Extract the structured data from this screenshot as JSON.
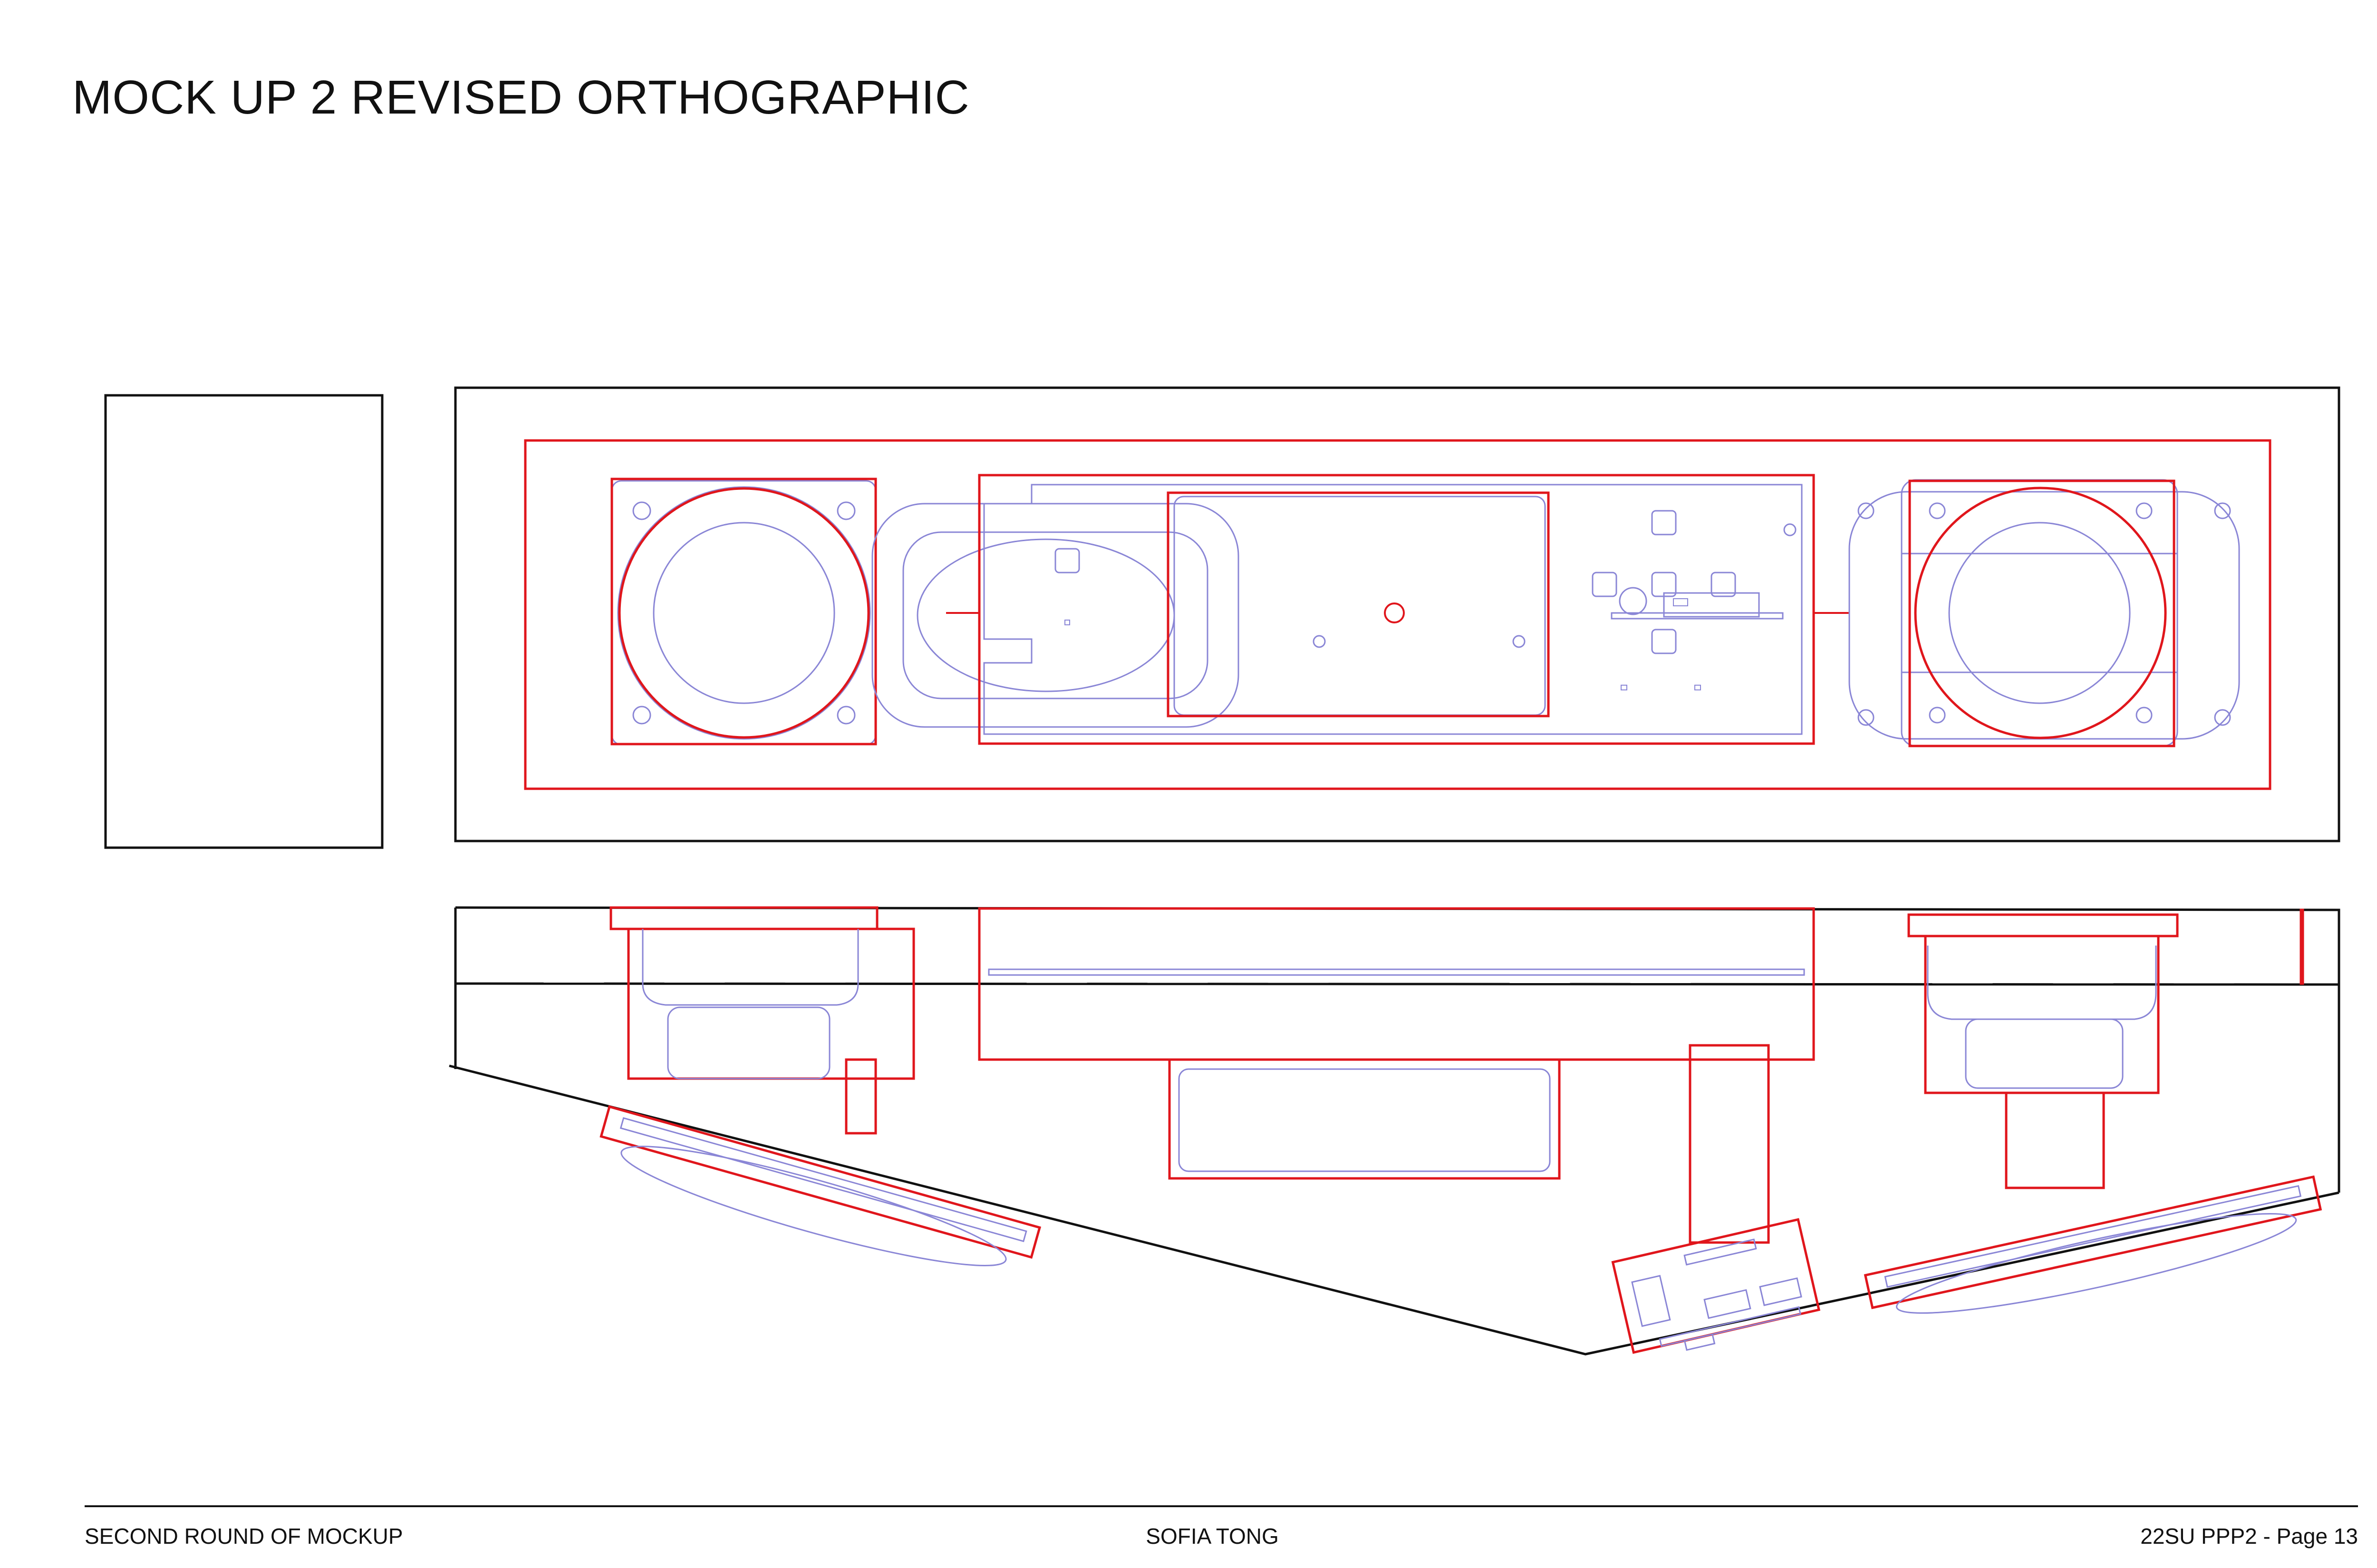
{
  "page": {
    "title": "MOCK UP 2 REVISED ORTHOGRAPHIC"
  },
  "footer": {
    "left": "SECOND ROUND OF MOCKUP",
    "center": "SOFIA TONG",
    "right": "22SU PPP2 - Page 13"
  },
  "colors": {
    "outline": "#111111",
    "mockup": "#e0161c",
    "components": "#8a86d6"
  }
}
